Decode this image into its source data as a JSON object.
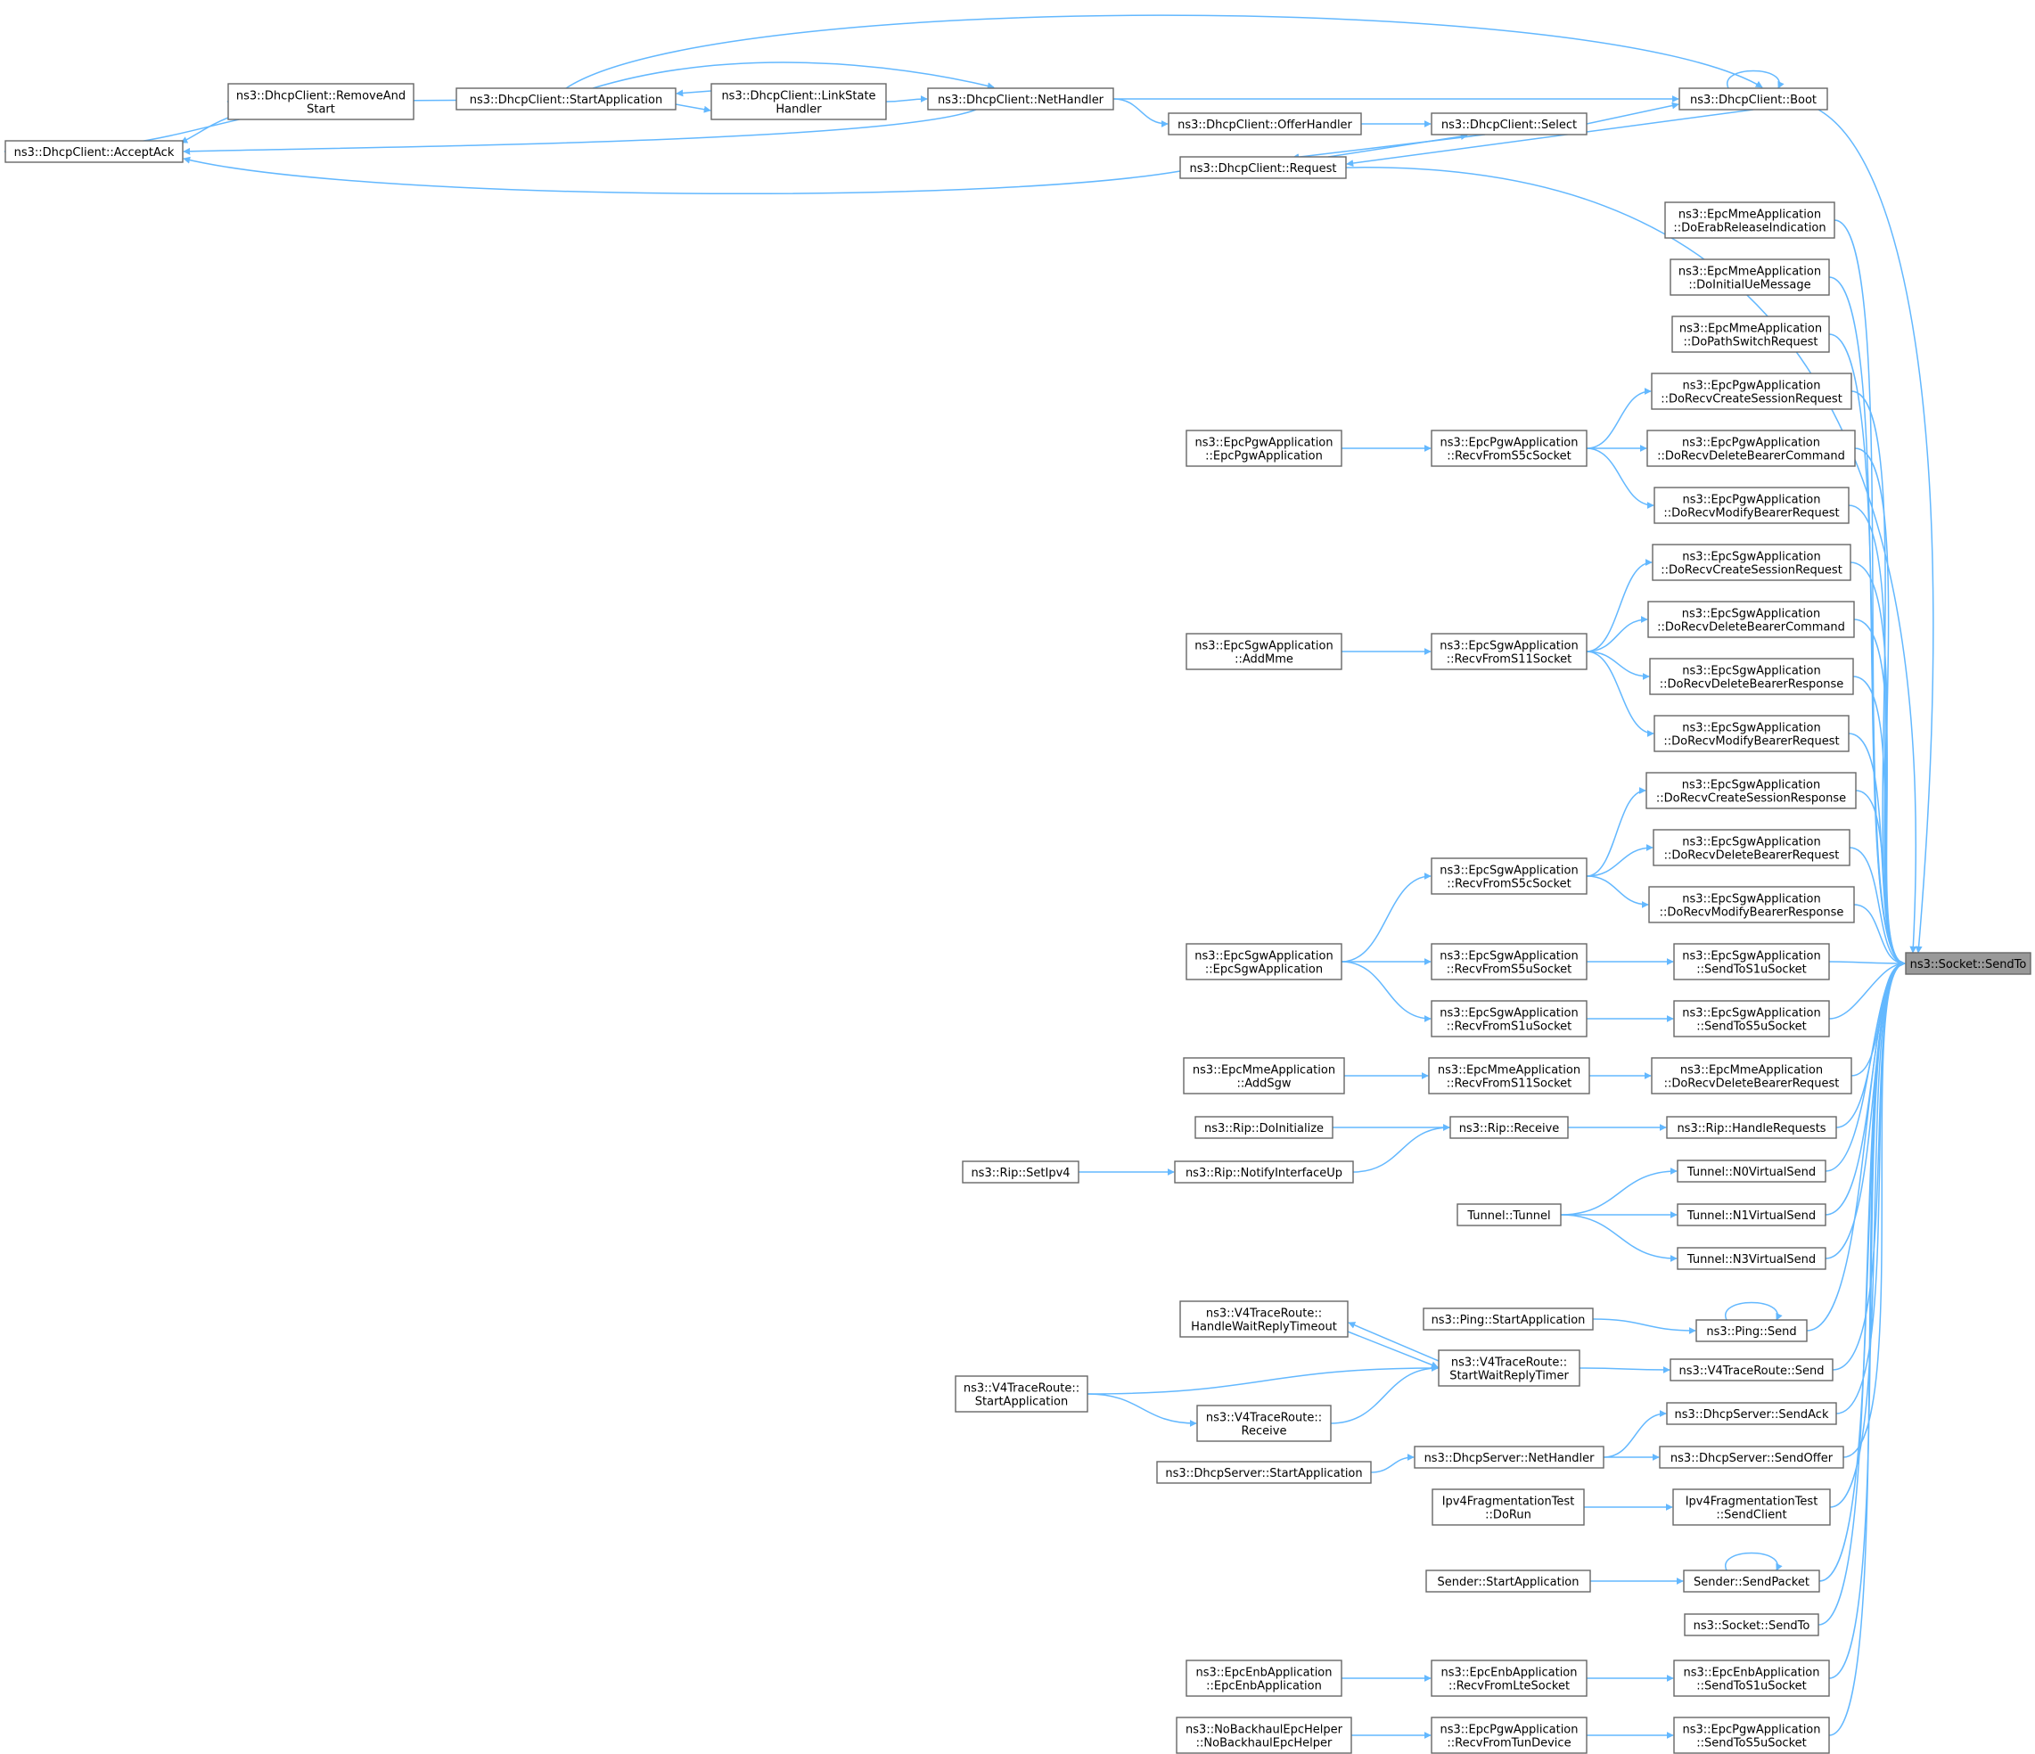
{
  "diagram": {
    "kind": "doxygen-caller-graph",
    "colors": {
      "edge": "#63b8ff",
      "node_border": "#666666",
      "root_fill": "#999999",
      "node_fill": "#ffffff"
    },
    "nodes": {
      "accept_ack": [
        "ns3::DhcpClient::AcceptAck"
      ],
      "remove_and_start": [
        "ns3::DhcpClient::RemoveAnd",
        "Start"
      ],
      "start_application": [
        "ns3::DhcpClient::StartApplication"
      ],
      "link_state_handler": [
        "ns3::DhcpClient::LinkState",
        "Handler"
      ],
      "net_handler": [
        "ns3::DhcpClient::NetHandler"
      ],
      "offer_handler": [
        "ns3::DhcpClient::OfferHandler"
      ],
      "select": [
        "ns3::DhcpClient::Select"
      ],
      "request": [
        "ns3::DhcpClient::Request"
      ],
      "boot": [
        "ns3::DhcpClient::Boot"
      ],
      "mme_do_erab_release": [
        "ns3::EpcMmeApplication",
        "::DoErabReleaseIndication"
      ],
      "mme_do_initial_ue": [
        "ns3::EpcMmeApplication",
        "::DoInitialUeMessage"
      ],
      "mme_do_path_switch": [
        "ns3::EpcMmeApplication",
        "::DoPathSwitchRequest"
      ],
      "pgw_ctor": [
        "ns3::EpcPgwApplication",
        "::EpcPgwApplication"
      ],
      "pgw_recv_s5c": [
        "ns3::EpcPgwApplication",
        "::RecvFromS5cSocket"
      ],
      "pgw_do_create_session": [
        "ns3::EpcPgwApplication",
        "::DoRecvCreateSessionRequest"
      ],
      "pgw_do_delete_bearer_cmd": [
        "ns3::EpcPgwApplication",
        "::DoRecvDeleteBearerCommand"
      ],
      "pgw_do_modify_bearer": [
        "ns3::EpcPgwApplication",
        "::DoRecvModifyBearerRequest"
      ],
      "sgw_add_mme": [
        "ns3::EpcSgwApplication",
        "::AddMme"
      ],
      "sgw_recv_s11": [
        "ns3::EpcSgwApplication",
        "::RecvFromS11Socket"
      ],
      "sgw_do_create_session_req": [
        "ns3::EpcSgwApplication",
        "::DoRecvCreateSessionRequest"
      ],
      "sgw_do_delete_bearer_cmd": [
        "ns3::EpcSgwApplication",
        "::DoRecvDeleteBearerCommand"
      ],
      "sgw_do_delete_bearer_resp_1": [
        "ns3::EpcSgwApplication",
        "::DoRecvDeleteBearerResponse"
      ],
      "sgw_do_modify_bearer_req": [
        "ns3::EpcSgwApplication",
        "::DoRecvModifyBearerRequest"
      ],
      "sgw_do_create_session_resp": [
        "ns3::EpcSgwApplication",
        "::DoRecvCreateSessionResponse"
      ],
      "sgw_recv_s5c": [
        "ns3::EpcSgwApplication",
        "::RecvFromS5cSocket"
      ],
      "sgw_do_delete_bearer_req": [
        "ns3::EpcSgwApplication",
        "::DoRecvDeleteBearerRequest"
      ],
      "sgw_do_modify_bearer_resp": [
        "ns3::EpcSgwApplication",
        "::DoRecvModifyBearerResponse"
      ],
      "sgw_ctor": [
        "ns3::EpcSgwApplication",
        "::EpcSgwApplication"
      ],
      "sgw_recv_s5u": [
        "ns3::EpcSgwApplication",
        "::RecvFromS5uSocket"
      ],
      "sgw_send_s1u": [
        "ns3::EpcSgwApplication",
        "::SendToS1uSocket"
      ],
      "sgw_recv_s1u": [
        "ns3::EpcSgwApplication",
        "::RecvFromS1uSocket"
      ],
      "sgw_send_s5u": [
        "ns3::EpcSgwApplication",
        "::SendToS5uSocket"
      ],
      "mme_add_sgw": [
        "ns3::EpcMmeApplication",
        "::AddSgw"
      ],
      "mme_recv_s11": [
        "ns3::EpcMmeApplication",
        "::RecvFromS11Socket"
      ],
      "mme_do_delete_bearer_req": [
        "ns3::EpcMmeApplication",
        "::DoRecvDeleteBearerRequest"
      ],
      "rip_do_initialize": [
        "ns3::Rip::DoInitialize"
      ],
      "rip_receive": [
        "ns3::Rip::Receive"
      ],
      "rip_handle_requests": [
        "ns3::Rip::HandleRequests"
      ],
      "rip_set_ipv4": [
        "ns3::Rip::SetIpv4"
      ],
      "rip_notify_interface_up": [
        "ns3::Rip::NotifyInterfaceUp"
      ],
      "tunnel_n0": [
        "Tunnel::N0VirtualSend"
      ],
      "tunnel_ctor": [
        "Tunnel::Tunnel"
      ],
      "tunnel_n1": [
        "Tunnel::N1VirtualSend"
      ],
      "tunnel_n3": [
        "Tunnel::N3VirtualSend"
      ],
      "ping_start": [
        "ns3::Ping::StartApplication"
      ],
      "ping_send": [
        "ns3::Ping::Send"
      ],
      "v4_handle_timeout": [
        "ns3::V4TraceRoute::",
        "HandleWaitReplyTimeout"
      ],
      "v4_start_wait": [
        "ns3::V4TraceRoute::",
        "StartWaitReplyTimer"
      ],
      "v4_send": [
        "ns3::V4TraceRoute::Send"
      ],
      "v4_start_app": [
        "ns3::V4TraceRoute::",
        "StartApplication"
      ],
      "v4_receive": [
        "ns3::V4TraceRoute::",
        "Receive"
      ],
      "dhcps_send_ack": [
        "ns3::DhcpServer::SendAck"
      ],
      "dhcps_net_handler": [
        "ns3::DhcpServer::NetHandler"
      ],
      "dhcps_send_offer": [
        "ns3::DhcpServer::SendOffer"
      ],
      "dhcps_start_app": [
        "ns3::DhcpServer::StartApplication"
      ],
      "ipv4frag_do_run": [
        "Ipv4FragmentationTest",
        "::DoRun"
      ],
      "ipv4frag_send_client": [
        "Ipv4FragmentationTest",
        "::SendClient"
      ],
      "sender_send_packet": [
        "Sender::SendPacket"
      ],
      "sender_start_app": [
        "Sender::StartApplication"
      ],
      "socket_send_to_overload": [
        "ns3::Socket::SendTo"
      ],
      "enb_ctor": [
        "ns3::EpcEnbApplication",
        "::EpcEnbApplication"
      ],
      "enb_recv_lte": [
        "ns3::EpcEnbApplication",
        "::RecvFromLteSocket"
      ],
      "enb_send_s1u": [
        "ns3::EpcEnbApplication",
        "::SendToS1uSocket"
      ],
      "nobackhaul_ctor": [
        "ns3::NoBackhaulEpcHelper",
        "::NoBackhaulEpcHelper"
      ],
      "pgw_recv_tun": [
        "ns3::EpcPgwApplication",
        "::RecvFromTunDevice"
      ],
      "pgw_send_s5u": [
        "ns3::EpcPgwApplication",
        "::SendToS5uSocket"
      ],
      "root_socket_send_to": [
        "ns3::Socket::SendTo"
      ]
    },
    "root": "root_socket_send_to"
  }
}
